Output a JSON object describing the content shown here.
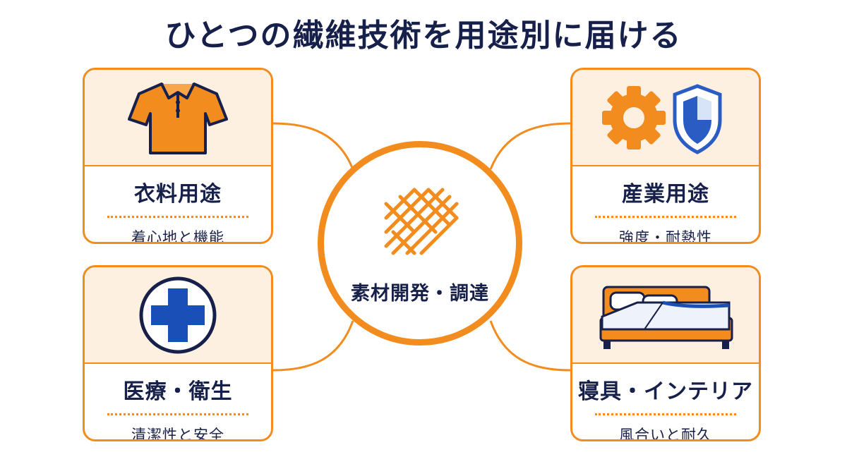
{
  "title": "ひとつの繊維技術を用途別に届ける",
  "center": {
    "label": "素材開発・調達",
    "icon": "fabric-weave-icon"
  },
  "cards": [
    {
      "label": "衣料用途",
      "sub": "着心地と機能",
      "icon": "polo-shirt-icon"
    },
    {
      "label": "産業用途",
      "sub": "強度・耐熱性",
      "icon": "gear-shield-icon"
    },
    {
      "label": "医療・衛生",
      "sub": "清潔性と安全",
      "icon": "medical-cross-icon"
    },
    {
      "label": "寝具・インテリア",
      "sub": "風合いと耐久",
      "icon": "bed-icon"
    }
  ],
  "colors": {
    "accent": "#f28c1e",
    "text": "#16204a",
    "panel": "#fdf0e1",
    "medical": "#1a4fb8",
    "shield": "#2a5cc4"
  }
}
